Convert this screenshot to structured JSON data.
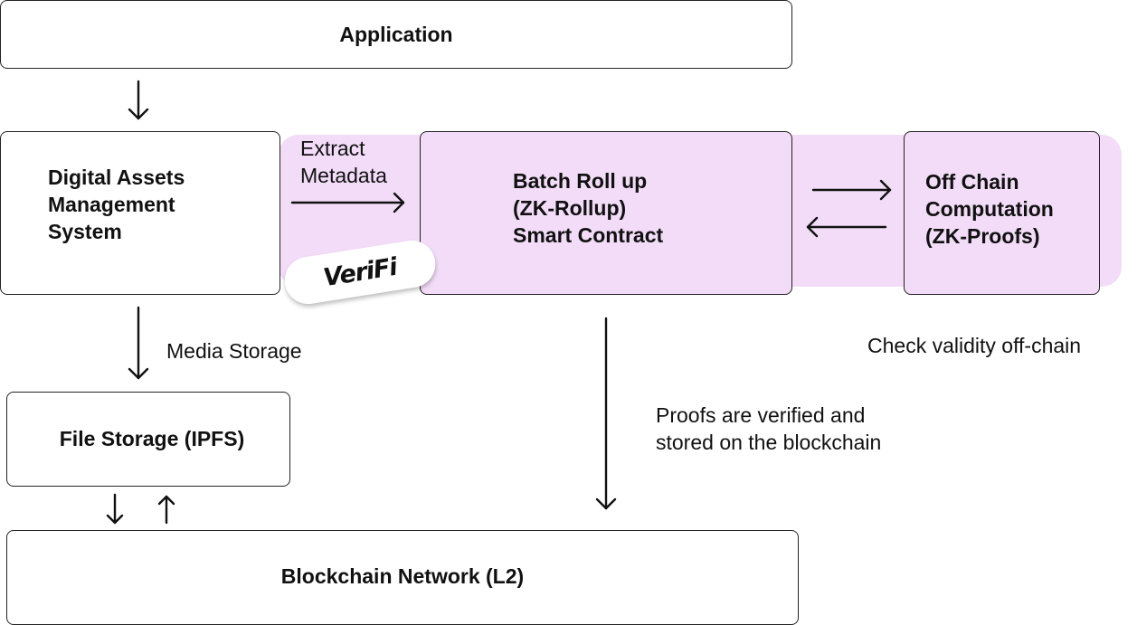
{
  "nodes": {
    "application": "Application",
    "dams": "Digital Assets\nManagement\nSystem",
    "batch_rollup": "Batch Roll up\n(ZK-Rollup)\nSmart Contract",
    "off_chain": "Off Chain\nComputation\n(ZK-Proofs)",
    "file_storage": "File Storage (IPFS)",
    "blockchain": "Blockchain Network (L2)"
  },
  "edge_labels": {
    "extract_metadata": "Extract\nMetadata",
    "media_storage": "Media Storage",
    "check_validity": "Check validity off-chain",
    "proofs_verified": "Proofs are verified and\nstored on the blockchain"
  },
  "badge": {
    "text": "VeriFi"
  },
  "colors": {
    "highlight": "#f3dcf8",
    "border": "#222222"
  }
}
